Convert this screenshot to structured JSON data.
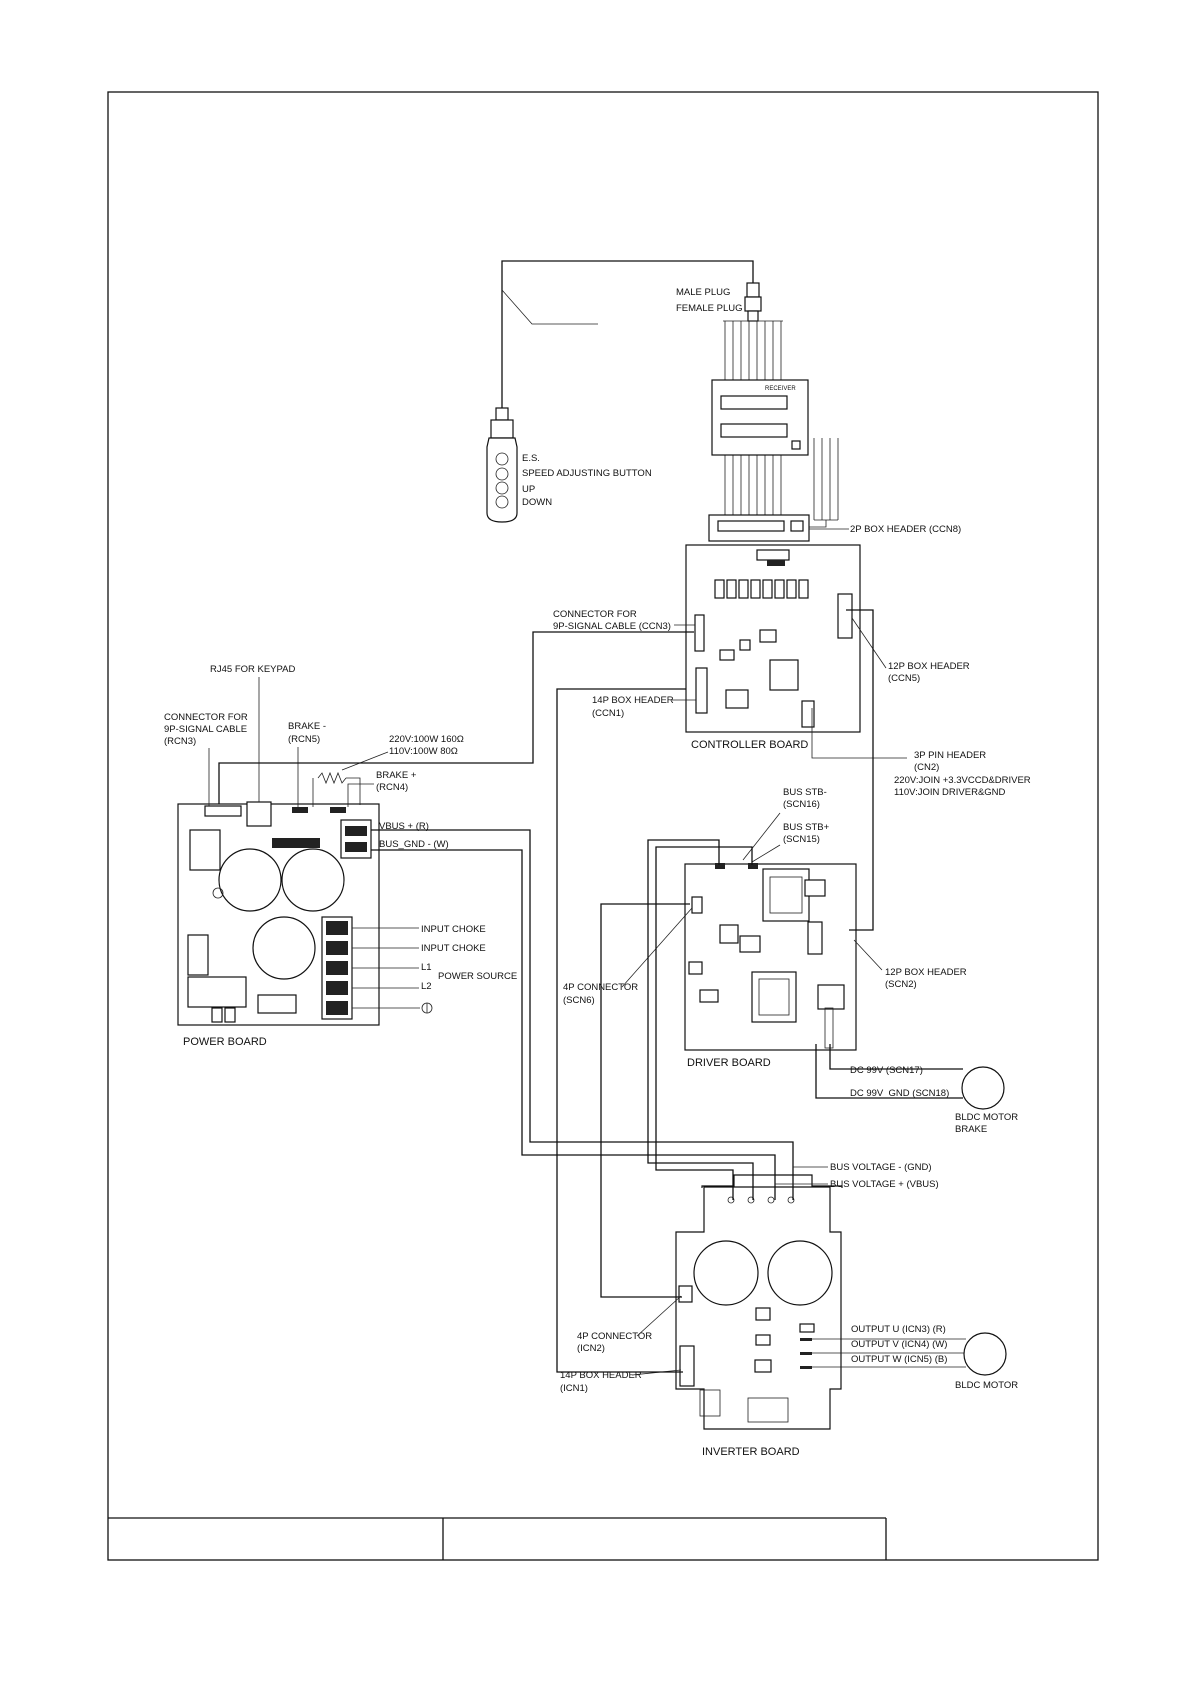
{
  "pendant": {
    "plug_male": "MALE PLUG",
    "plug_female": "FEMALE PLUG",
    "es": "E.S.",
    "speed": "SPEED ADJUSTING BUTTON",
    "up": "UP",
    "down": "DOWN"
  },
  "receiver": {
    "title": "RECEIVER",
    "ccn8": "2P BOX HEADER (CCN8)"
  },
  "controller": {
    "title": "CONTROLLER BOARD",
    "ccn3": [
      "CONNECTOR FOR",
      "9P-SIGNAL CABLE (CCN3)"
    ],
    "ccn1": [
      "14P BOX HEADER",
      "(CCN1)"
    ],
    "ccn5": [
      "12P BOX HEADER",
      "(CCN5)"
    ],
    "cn2": [
      "3P PIN HEADER",
      "(CN2)",
      "220V:JOIN +3.3VCCD&DRIVER",
      "110V:JOIN DRIVER&GND"
    ]
  },
  "power": {
    "title": "POWER BOARD",
    "rj45": "RJ45 FOR KEYPAD",
    "rcn3": [
      "CONNECTOR FOR",
      "9P-SIGNAL CABLE",
      "(RCN3)"
    ],
    "rcn5": [
      "BRAKE -",
      "(RCN5)"
    ],
    "resistor": [
      "220V:100W 160Ω",
      "110V:100W 80Ω"
    ],
    "rcn4": [
      "BRAKE +",
      "(RCN4)"
    ],
    "vbus": "VBUS + (R)",
    "busgnd": "BUS_GND - (W)",
    "choke1": "INPUT CHOKE",
    "choke2": "INPUT CHOKE",
    "l1": "L1",
    "l2": "L2",
    "source": "POWER SOURCE"
  },
  "driver": {
    "title": "DRIVER BOARD",
    "scn16": [
      "BUS STB-",
      "(SCN16)"
    ],
    "scn15": [
      "BUS STB+",
      "(SCN15)"
    ],
    "scn6": [
      "4P CONNECTOR",
      "(SCN6)"
    ],
    "scn2": [
      "12P BOX HEADER",
      "(SCN2)"
    ],
    "scn17": "DC 99V (SCN17)",
    "scn18": "DC 99V_GND (SCN18)",
    "brake": [
      "BLDC MOTOR",
      "BRAKE"
    ]
  },
  "bus": {
    "gnd": "BUS VOLTAGE - (GND)",
    "vbus": "BUS VOLTAGE + (VBUS)"
  },
  "inverter": {
    "title": "INVERTER BOARD",
    "icn2": [
      "4P CONNECTOR",
      "(ICN2)"
    ],
    "icn1": [
      "14P BOX HEADER",
      "(ICN1)"
    ],
    "out_u": "OUTPUT U (ICN3) (R)",
    "out_v": "OUTPUT V (ICN4) (W)",
    "out_w": "OUTPUT W (ICN5) (B)",
    "motor": "BLDC MOTOR"
  }
}
